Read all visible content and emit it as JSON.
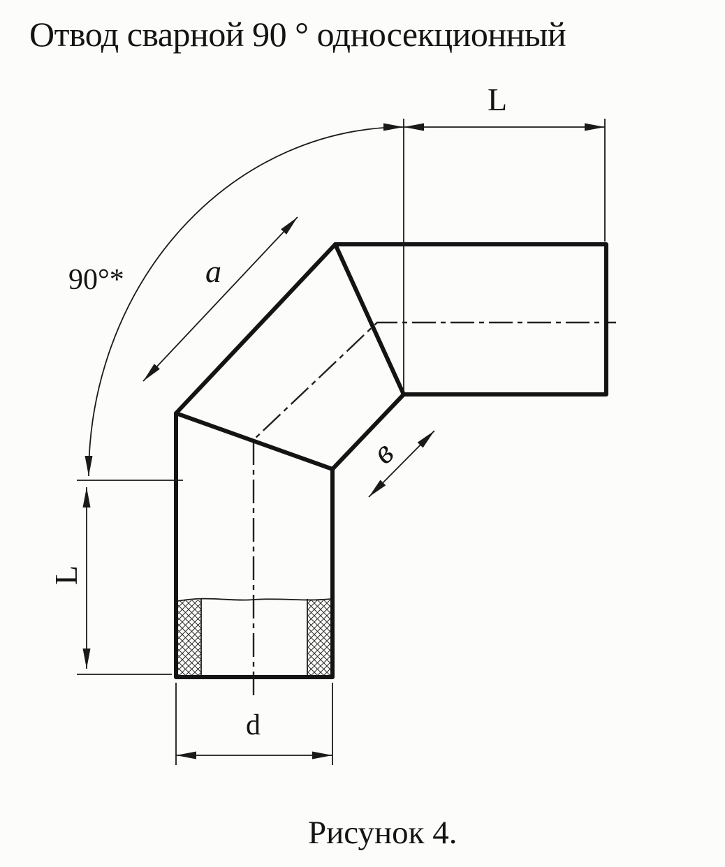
{
  "title": "Отвод сварной 90 ° односекционный",
  "caption": "Рисунок 4.",
  "drawing": {
    "labels": {
      "length_top": "L",
      "length_left": "L",
      "segment_a": "a",
      "segment_b": "в",
      "angle": "90°*",
      "diameter": "d"
    },
    "colors": {
      "ink": "#1a1a1a",
      "background": "#fcfcfa"
    }
  }
}
